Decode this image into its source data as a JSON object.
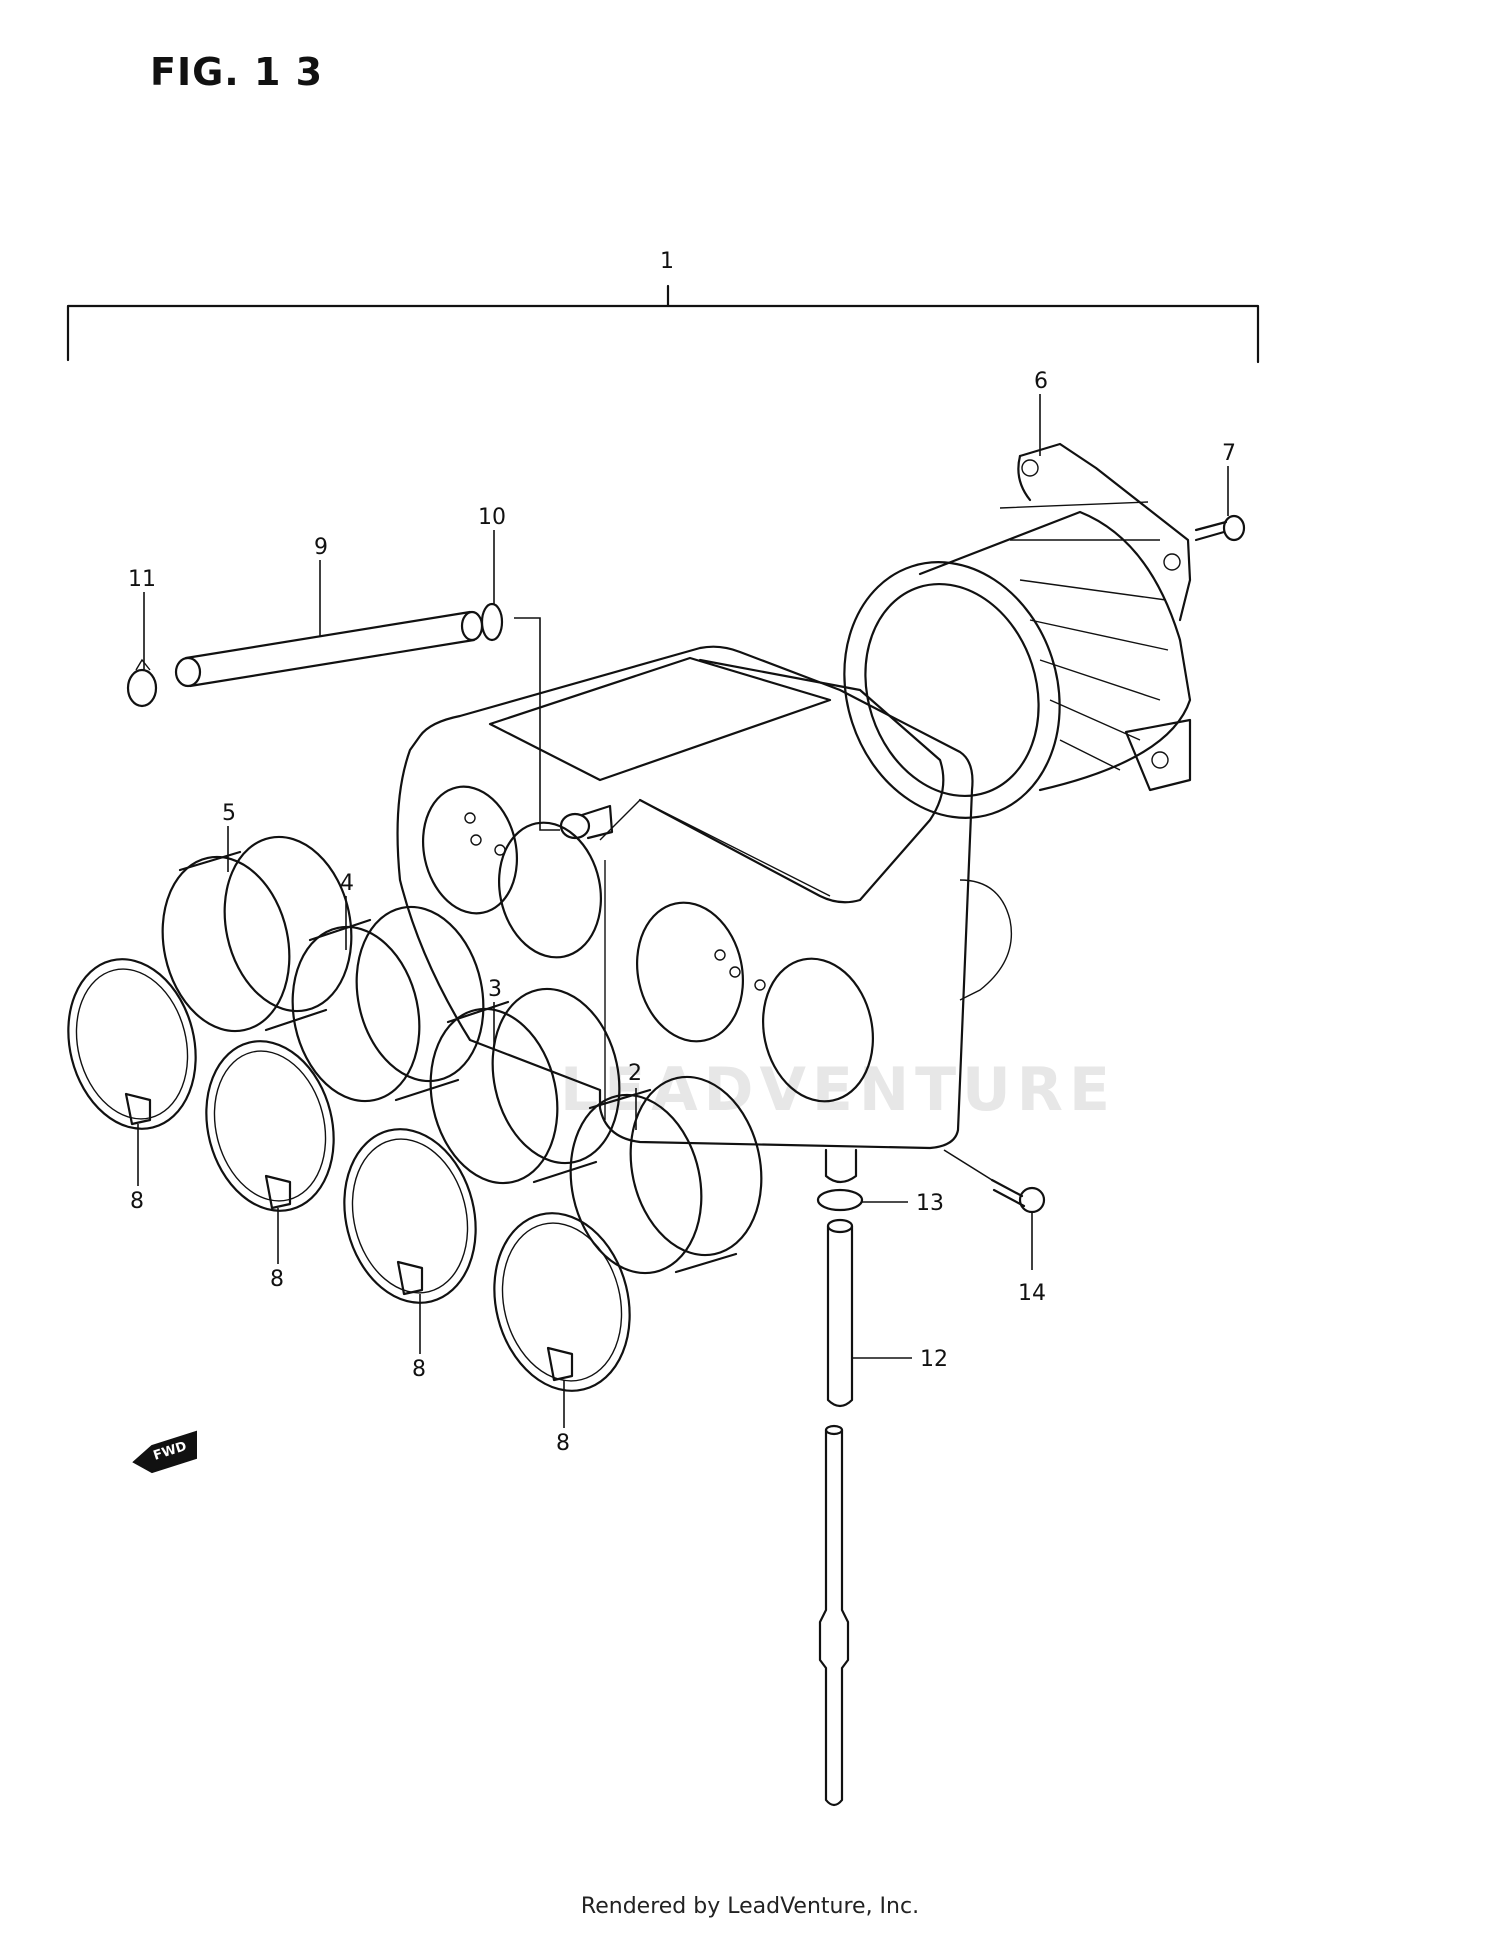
{
  "figure": {
    "title": "FIG. 1 3",
    "footer": "Rendered by LeadVenture, Inc.",
    "watermark": "LEADVENTURE",
    "direction_tag": "FWD"
  },
  "callouts": {
    "c1": "1",
    "c2": "2",
    "c3": "3",
    "c4": "4",
    "c5": "5",
    "c6": "6",
    "c7": "7",
    "c8a": "8",
    "c8b": "8",
    "c8c": "8",
    "c8d": "8",
    "c9": "9",
    "c10": "10",
    "c11": "11",
    "c12": "12",
    "c13": "13",
    "c14": "14"
  }
}
